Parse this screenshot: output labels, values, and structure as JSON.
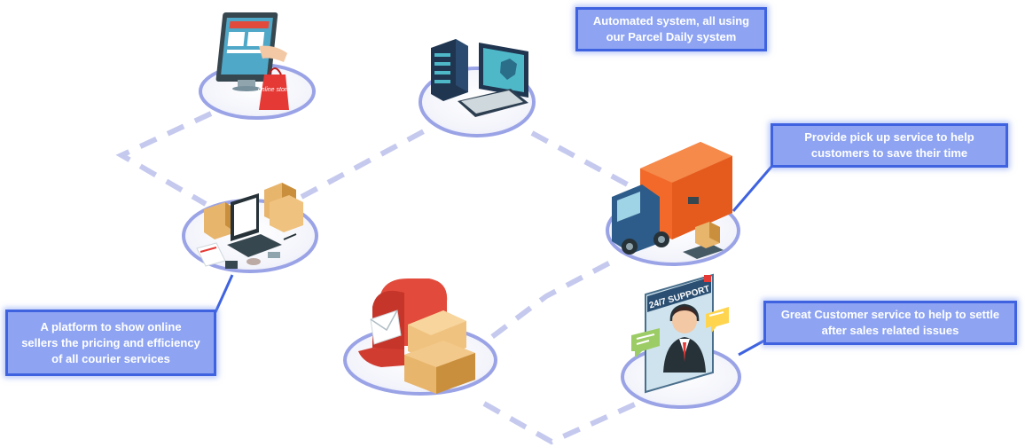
{
  "callouts": {
    "automated": [
      "Automated system, all using",
      "our Parcel Daily system"
    ],
    "pickup": [
      "Provide pick up service to help",
      "customers to save their time"
    ],
    "platform": [
      "A platform to show online",
      "sellers the pricing and efficiency",
      "of all courier services"
    ],
    "support": [
      "Great Customer service to help to settle",
      "after sales related issues"
    ]
  },
  "illustrations": {
    "online_store_bag_text": "online store",
    "support_banner_text": "24/7 SUPPORT"
  },
  "icons": [
    "online-store-icon",
    "server-computer-icon",
    "delivery-truck-icon",
    "laptop-parcels-icon",
    "mailbox-parcels-icon",
    "customer-support-icon"
  ],
  "colors": {
    "callout_fill": "#8ea4f2",
    "callout_border": "#3f63e0",
    "platform_ring": "#9aa3e6",
    "dashed_path": "#c5c9ee",
    "connector": "#3f63e0",
    "truck_box": "#f2692a",
    "truck_cab": "#2e5c8a",
    "parcel": "#e8b56d",
    "mailbox": "#e24b3b",
    "monitor_screen": "#4fb8c8",
    "server": "#1f3550"
  }
}
